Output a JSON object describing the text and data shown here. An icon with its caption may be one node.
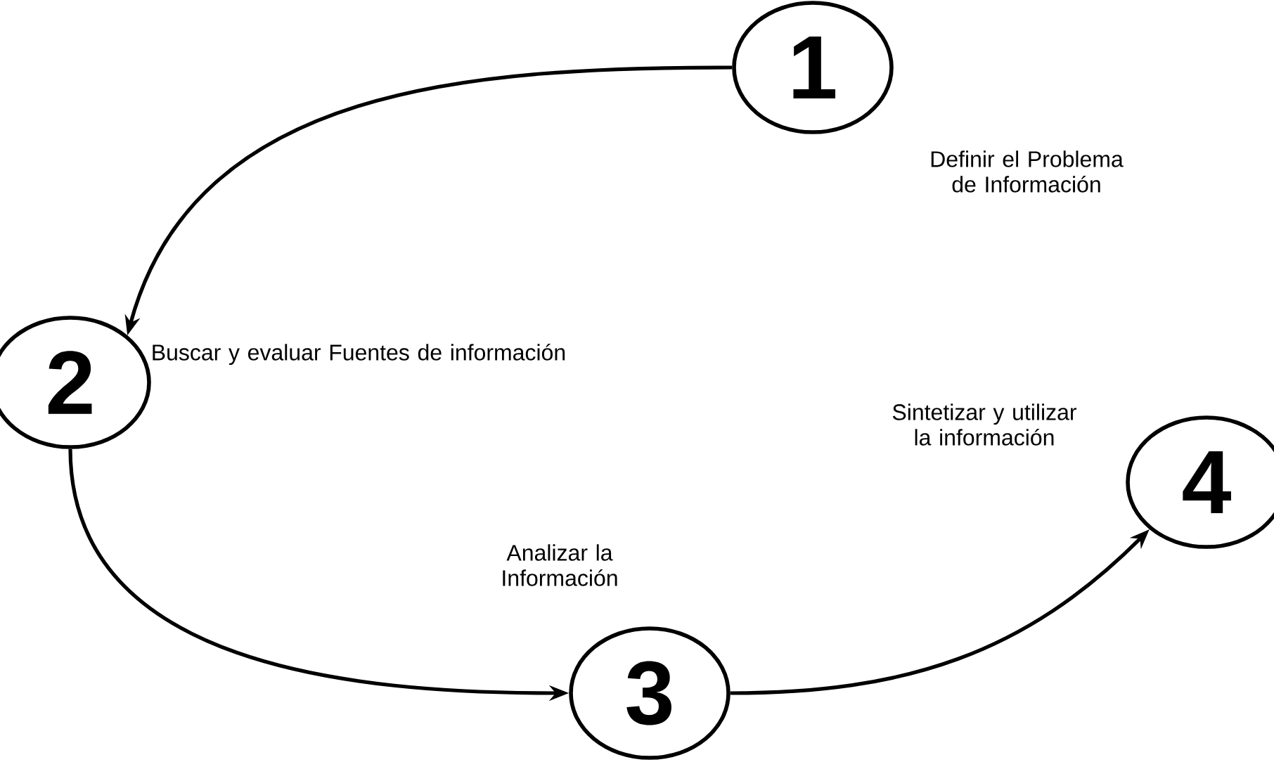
{
  "diagram": {
    "nodes": [
      {
        "text": [
          "1"
        ],
        "beside": [
          "Definir el Problema de Información"
        ]
      },
      {
        "text": [
          "2"
        ],
        "beside": [
          "Buscar y evaluar Fuentes de información"
        ]
      },
      {
        "text": [
          "3"
        ],
        "beside": [
          "Analizar la Información"
        ]
      },
      {
        "text": [
          "4"
        ],
        "beside": [
          "Sintetizar y utilizar la información"
        ]
      }
    ],
    "edges": [
      {
        "from": 0,
        "to": 1,
        "arrow": "to"
      },
      {
        "from": 1,
        "to": 2,
        "arrow": "to"
      },
      {
        "from": 2,
        "to": 3,
        "arrow": "to"
      }
    ]
  }
}
